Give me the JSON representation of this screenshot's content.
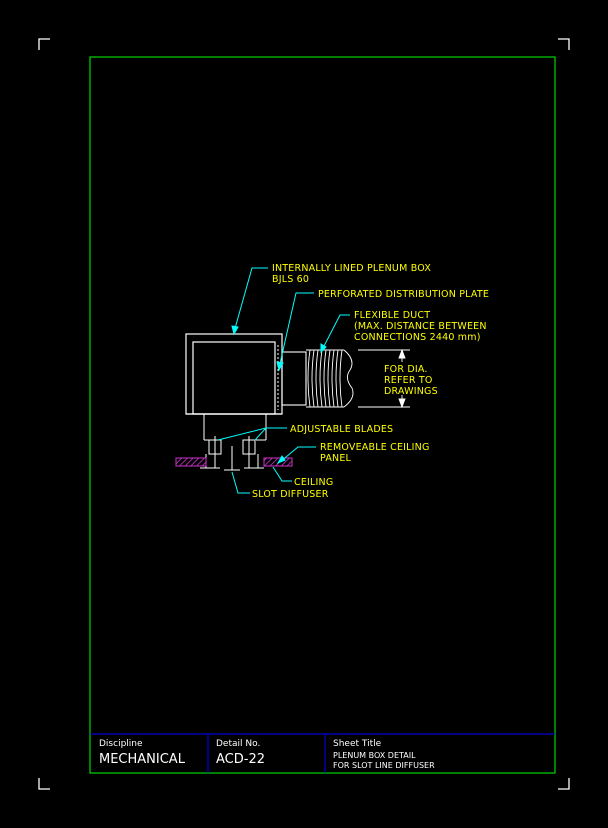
{
  "colors": {
    "background": "#000000",
    "border": "#00ff00",
    "title_block": "#0000ff",
    "leader": "#00ffff",
    "label": "#ffff00",
    "box": "#ffffff",
    "hatch": "#cc33cc"
  },
  "labels": {
    "plenum_box_1": "INTERNALLY LINED PLENUM BOX",
    "plenum_box_2": "BJLS 60",
    "perforated_plate": "PERFORATED DISTRIBUTION PLATE",
    "flex_duct_1": "FLEXIBLE DUCT",
    "flex_duct_2": "(MAX. DISTANCE BETWEEN",
    "flex_duct_3": "CONNECTIONS 2440 mm)",
    "dia_1": "FOR DIA.",
    "dia_2": "REFER TO",
    "dia_3": "DRAWINGS",
    "adjustable_blades": "ADJUSTABLE BLADES",
    "ceiling_panel_1": "REMOVEABLE CEILING",
    "ceiling_panel_2": "PANEL",
    "ceiling": "CEILING",
    "slot_diffuser": "SLOT DIFFUSER"
  },
  "title_block": {
    "discipline_label": "Discipline",
    "discipline_value": "MECHANICAL",
    "detail_label": "Detail No.",
    "detail_value": "ACD-22",
    "sheet_title_label": "Sheet Title",
    "sheet_title_1": "PLENUM BOX DETAIL",
    "sheet_title_2": "FOR SLOT LINE DIFFUSER"
  }
}
